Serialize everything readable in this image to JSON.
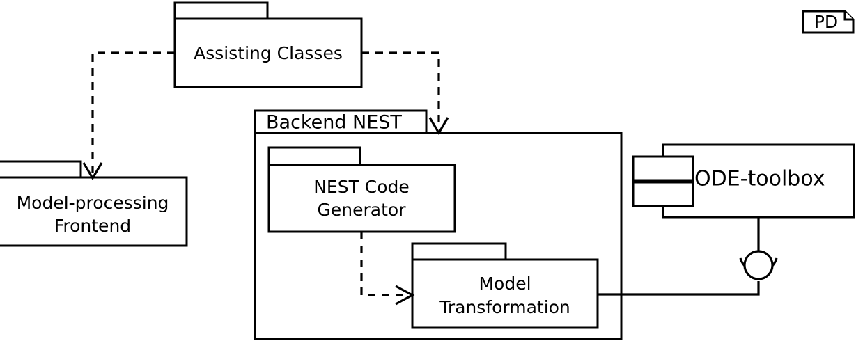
{
  "diagram": {
    "kind": "uml-package-diagram",
    "note": {
      "label": "PD"
    },
    "packages": [
      {
        "id": "assisting-classes",
        "label": "Assisting Classes"
      },
      {
        "id": "model-processing-frontend",
        "label_line1": "Model-processing",
        "label_line2": "Frontend"
      },
      {
        "id": "backend-nest",
        "label": "Backend NEST"
      },
      {
        "id": "nest-code-generator",
        "label_line1": "NEST Code",
        "label_line2": "Generator"
      },
      {
        "id": "model-transformation",
        "label_line1": "Model",
        "label_line2": "Transformation"
      }
    ],
    "components": [
      {
        "id": "ode-toolbox",
        "label": "ODE-toolbox"
      }
    ],
    "connectors": [
      {
        "id": "dep-assisting-to-frontend",
        "type": "dependency",
        "style": "dashed",
        "from": "assisting-classes",
        "to": "model-processing-frontend"
      },
      {
        "id": "dep-assisting-to-backend",
        "type": "dependency",
        "style": "dashed",
        "from": "assisting-classes",
        "to": "backend-nest"
      },
      {
        "id": "dep-codegen-to-transformation",
        "type": "dependency",
        "style": "dashed",
        "from": "nest-code-generator",
        "to": "model-transformation"
      },
      {
        "id": "assembly-transformation-to-odetoolbox",
        "type": "assembly-ball-and-socket",
        "style": "solid",
        "from": "model-transformation",
        "to": "ode-toolbox"
      }
    ],
    "colors": {
      "stroke": "#000000",
      "fill": "#ffffff",
      "background": "#ffffff"
    }
  }
}
